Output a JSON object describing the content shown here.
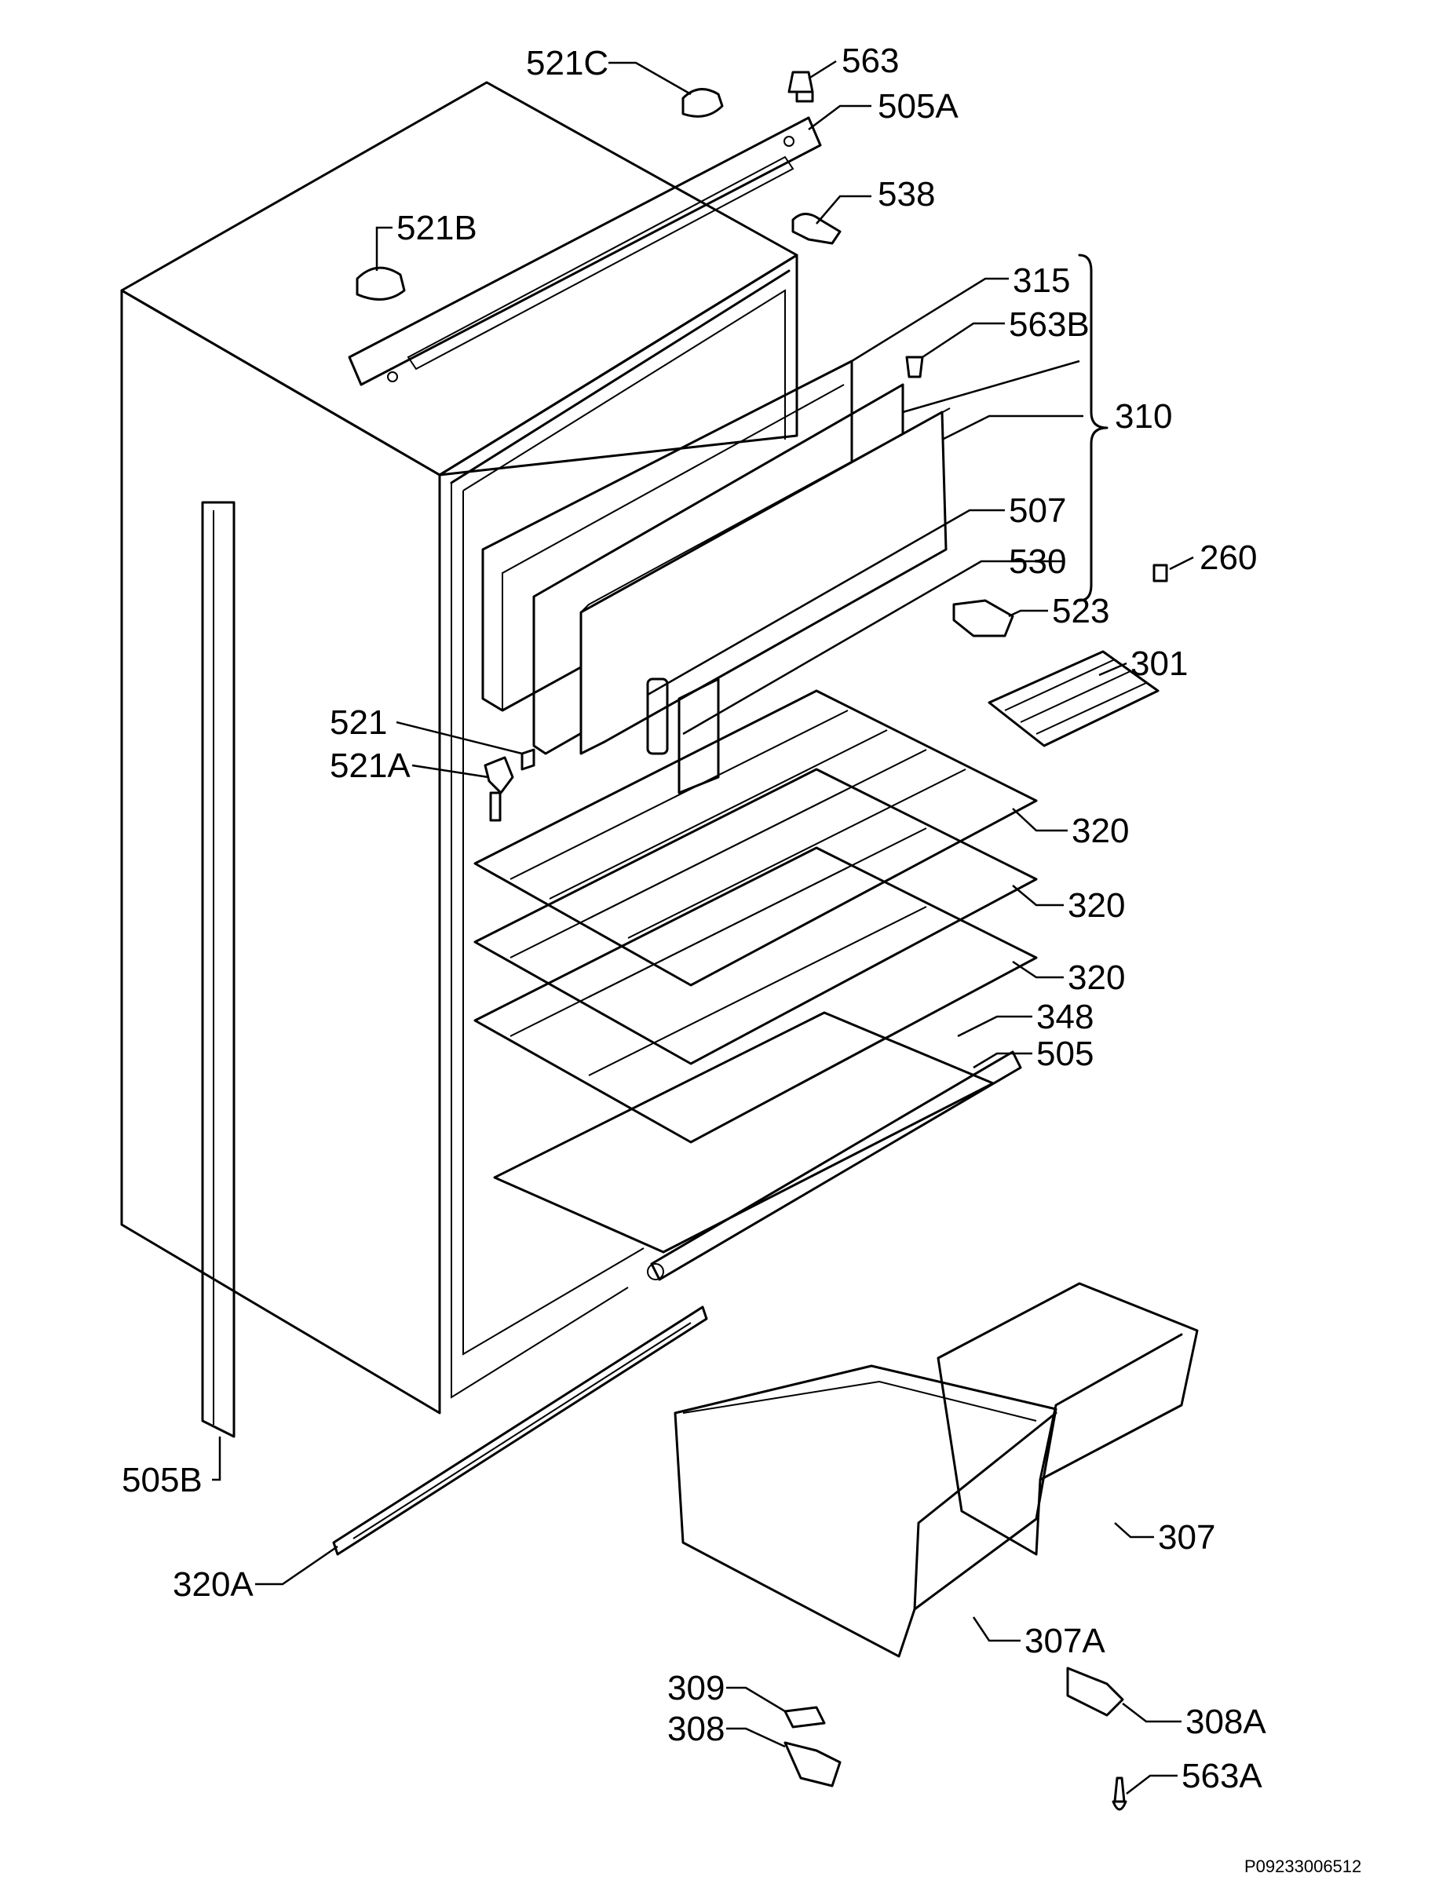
{
  "labels": {
    "l521c": "521C",
    "l563": "563",
    "l505a": "505A",
    "l538": "538",
    "l521b": "521B",
    "l315": "315",
    "l563b": "563B",
    "l310": "310",
    "l507": "507",
    "l530": "530",
    "l260": "260",
    "l523": "523",
    "l301": "301",
    "l521": "521",
    "l521a": "521A",
    "l320_1": "320",
    "l320_2": "320",
    "l320_3": "320",
    "l348": "348",
    "l505": "505",
    "l505b": "505B",
    "l307": "307",
    "l320a": "320A",
    "l307a": "307A",
    "l309": "309",
    "l308": "308",
    "l308a": "308A",
    "l563a": "563A"
  },
  "drawing_code": "P09233006512"
}
